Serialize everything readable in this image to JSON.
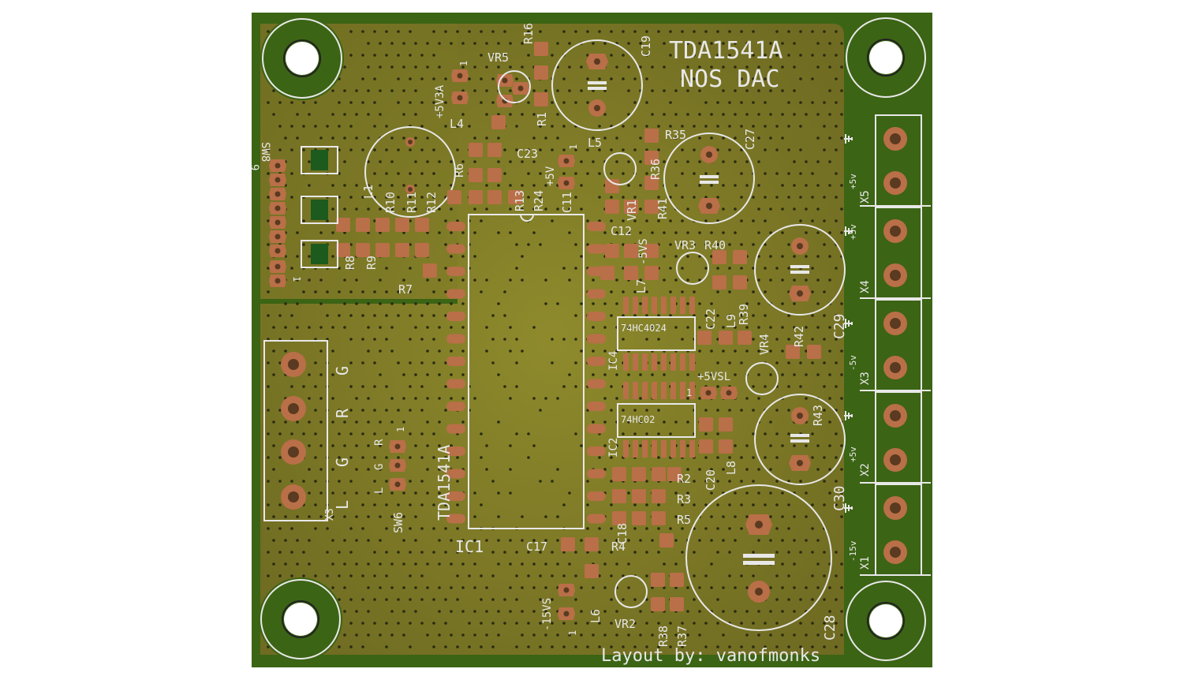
{
  "board": {
    "title_line1": "TDA1541A",
    "title_line2": "NOS DAC",
    "credit": "Layout by: vanofmonks",
    "colors": {
      "outer": "#3b6414",
      "pour": "#7a7a24",
      "pour_dark": "#5f5f1c",
      "pad": "#b96f48",
      "pad_hole": "#5a3a20",
      "silk": "#e8e8e8",
      "via": "#2a2a10",
      "chip": "#8a8a2e"
    }
  },
  "ics": {
    "ic1": {
      "ref": "IC1",
      "value": "TDA1541A"
    },
    "ic4": {
      "ref": "IC4",
      "value": "74HC4024"
    },
    "ic2": {
      "ref": "IC2",
      "value": "74HC02"
    }
  },
  "connectors": {
    "x1": {
      "ref": "X1",
      "label": "-15v"
    },
    "x2": {
      "ref": "X2",
      "label": "+5v"
    },
    "x3": {
      "ref": "X3",
      "label": "-5v"
    },
    "x4": {
      "ref": "X4",
      "label": "+5v"
    },
    "x5": {
      "ref": "X5",
      "label": "+5v"
    },
    "x3_left": {
      "ref": "X3",
      "pins": [
        "G",
        "R",
        "G",
        "L"
      ]
    }
  },
  "jumpers": {
    "sw6": {
      "ref": "SW6",
      "pins": [
        "R",
        "G",
        "L"
      ],
      "pin1": "1"
    },
    "sw8": {
      "ref": "SW8",
      "num": "9",
      "pin1": "1"
    },
    "p5v3a": {
      "label": "+5V3A",
      "num": "1"
    },
    "p5v": {
      "label": "+5V",
      "num": "1"
    },
    "p5vsl": {
      "label": "+5VSL",
      "num": "1"
    },
    "m5vs": {
      "label": "-5VS"
    },
    "m15vs": {
      "label": "-15VS",
      "num": "1"
    }
  },
  "refs": {
    "r1": "R1",
    "r2": "R2",
    "r3": "R3",
    "r4": "R4",
    "r5": "R5",
    "r6": "R6",
    "r7": "R7",
    "r8": "R8",
    "r9": "R9",
    "r10": "R10",
    "r11": "R11",
    "r12": "R12",
    "r13": "R13",
    "r16": "R16",
    "r24": "R24",
    "r35": "R35",
    "r36": "R36",
    "r37": "R37",
    "r38": "R38",
    "r39": "R39",
    "r40": "R40",
    "r41": "R41",
    "r42": "R42",
    "r43": "R43",
    "c11": "C11",
    "c12": "C12",
    "c17": "C17",
    "c18": "C18",
    "c19": "C19",
    "c20": "C20",
    "c22": "C22",
    "c23": "C23",
    "c27": "C27",
    "c28": "C28",
    "c29": "C29",
    "c30": "C30",
    "l1": "L1",
    "l4": "L4",
    "l5": "L5",
    "l6": "L6",
    "l7": "L7",
    "l8": "L8",
    "l9": "L9",
    "vr1": "VR1",
    "vr2": "VR2",
    "vr3": "VR3",
    "vr4": "VR4",
    "vr5": "VR5",
    "plus": "+"
  }
}
